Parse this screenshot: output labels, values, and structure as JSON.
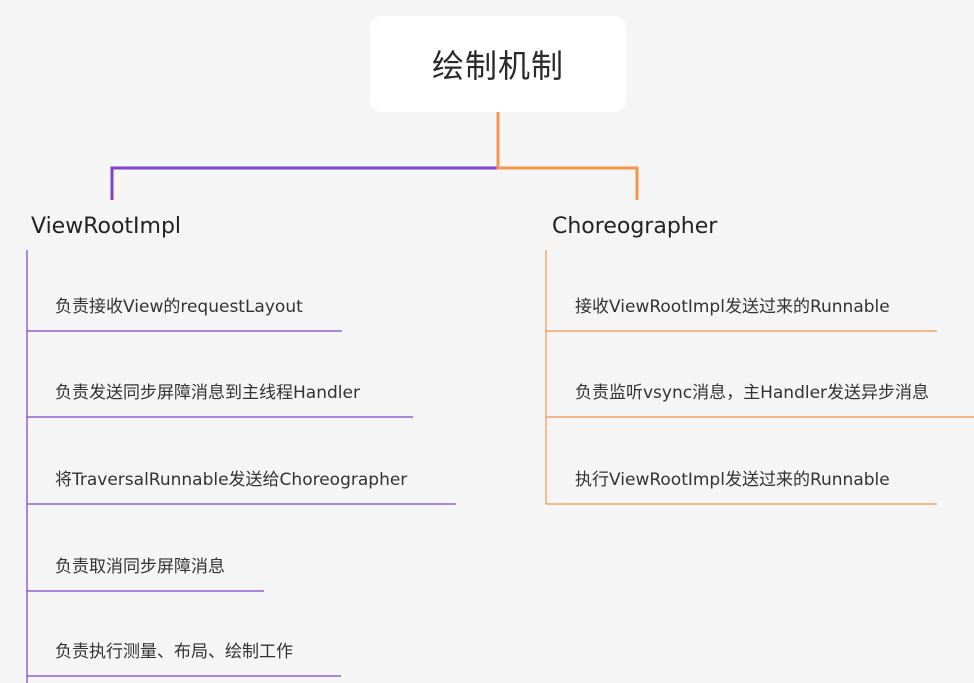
{
  "root": {
    "label": "绘制机制"
  },
  "branches": [
    {
      "title": "ViewRootImpl",
      "color": "#7b44c9",
      "items": [
        "负责接收View的requestLayout",
        "负责发送同步屏障消息到主线程Handler",
        "将TraversalRunnable发送给Choreographer",
        "负责取消同步屏障消息",
        "负责执行测量、布局、绘制工作"
      ]
    },
    {
      "title": "Choreographer",
      "color": "#f5954a",
      "items": [
        "接收ViewRootImpl发送过来的Runnable",
        "负责监听vsync消息，主Handler发送异步消息",
        "执行ViewRootImpl发送过来的Runnable"
      ]
    }
  ]
}
